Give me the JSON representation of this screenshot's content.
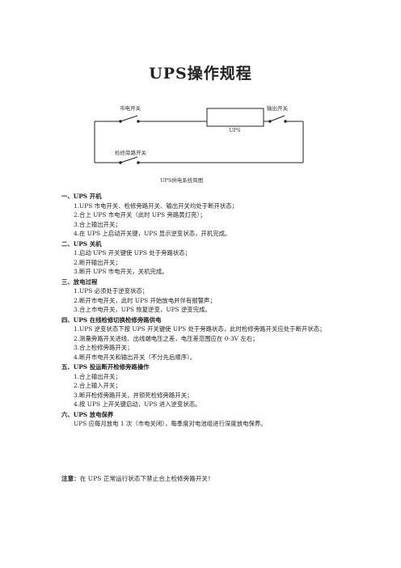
{
  "title": "UPS操作规程",
  "diagram": {
    "mains_switch_label": "市电开关",
    "output_switch_label": "输出开关",
    "ups_box_label": "UPS",
    "bypass_switch_label": "检修旁路开关",
    "caption": "UPS供电系统简图"
  },
  "sections": [
    {
      "title": "一、UPS 开机",
      "items": [
        "1.UPS 市电开关、检修旁路开关、输出开关均处于断开状态；",
        "2.合上 UPS 市电开关（此时 UPS 旁路黄灯亮）；",
        "3.合上输出开关；",
        "4.在 UPS 上启动开关键，UPS 显示逆变状态，开机完成。"
      ]
    },
    {
      "title": "二、UPS 关机",
      "items": [
        "1.启动 UPS 开关键使 UPS 处于旁路状态；",
        "2.断开输出开关；",
        "3.断开 UPS 市电开关，关机完成。"
      ]
    },
    {
      "title": "三、放电过程",
      "items": [
        "1.UPS 必须处于逆变状态；",
        "2.断开市电开关，此时 UPS 开始放电并伴有报警声；",
        "3.合上市电开关，UPS 恢复逆变，UPS 逆变完成。"
      ]
    },
    {
      "title": "四、UPS 在线检修切换检修旁路供电",
      "items": [
        "1.UPS 逆变状态下按 UPS 开关键使 UPS 处于旁路状态，此时检修旁路开关应处于断开状态；",
        "2.测量旁路开关进线、出线端电压之差，电压差范围应在 0-3V 左右；",
        "3.合上检修旁路开关；",
        "4.断开市电开关和输出开关（不分先后顺序）。"
      ]
    },
    {
      "title": "五、UPS 投运断开检修旁路操作",
      "items": [
        "1.合上输出开关；",
        "2.合上输入开关；",
        "3.断开检修旁路开关，并锁死检修旁路开关；",
        "4.按 UPS 上开关键启动，UPS 进入逆变状态。"
      ]
    },
    {
      "title": "六、UPS 放电保养",
      "items": [
        "UPS 应每月放电 1 次（市电关闭），每季度对电池组进行深度放电保养。"
      ]
    }
  ],
  "note": {
    "label": "注意：",
    "text": "在 UPS 正常运行状态下禁止合上检修旁路开关！"
  }
}
